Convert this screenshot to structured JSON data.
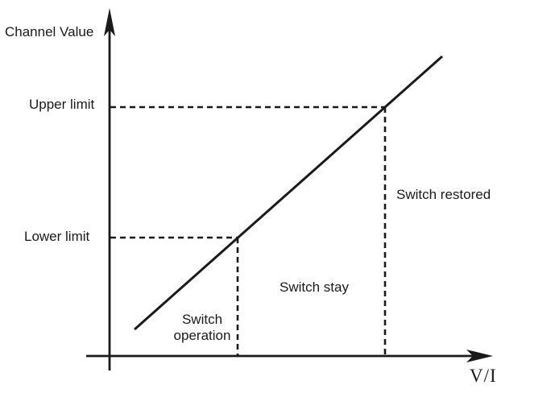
{
  "diagram": {
    "y_axis": {
      "label": "Channel Value"
    },
    "x_axis": {
      "label": "V/I"
    },
    "thresholds": {
      "upper": {
        "label": "Upper limit"
      },
      "lower": {
        "label": "Lower limit"
      }
    },
    "regions": {
      "operation": {
        "label": "Switch\noperation"
      },
      "stay": {
        "label": "Switch stay"
      },
      "restored": {
        "label": "Switch restored"
      }
    },
    "colors": {
      "ink": "#1a1a1a",
      "background": "#ffffff"
    }
  }
}
